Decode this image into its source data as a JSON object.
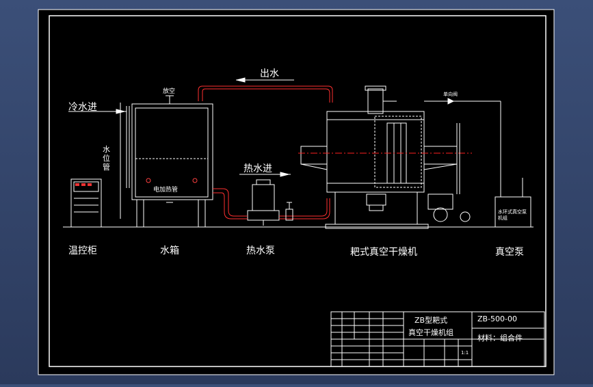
{
  "drawing": {
    "labels": {
      "cold_water_in": "冷水进",
      "water_out": "出水",
      "vent": "放空",
      "water_level_tube": "水\n位\n管",
      "electric_heater": "电加热管",
      "hot_water_in": "热水进",
      "one_way_valve": "单向阀",
      "vacuum_pump_small": "水环式真空泵机组",
      "control_cabinet": "温控柜",
      "water_tank": "水箱",
      "hot_water_pump": "热水泵",
      "dryer": "耙式真空干燥机",
      "vacuum_pump": "真空泵"
    },
    "title_block": {
      "name_line1": "ZB型耙式",
      "name_line2": "真空干燥机组",
      "drawing_no": "ZB-500-00",
      "material": "材料：组合件",
      "scale": "1:1"
    },
    "colors": {
      "frame": "#ffffff",
      "pipe": "#ff3030",
      "centerline": "#ff2020",
      "background": "#000000"
    }
  }
}
